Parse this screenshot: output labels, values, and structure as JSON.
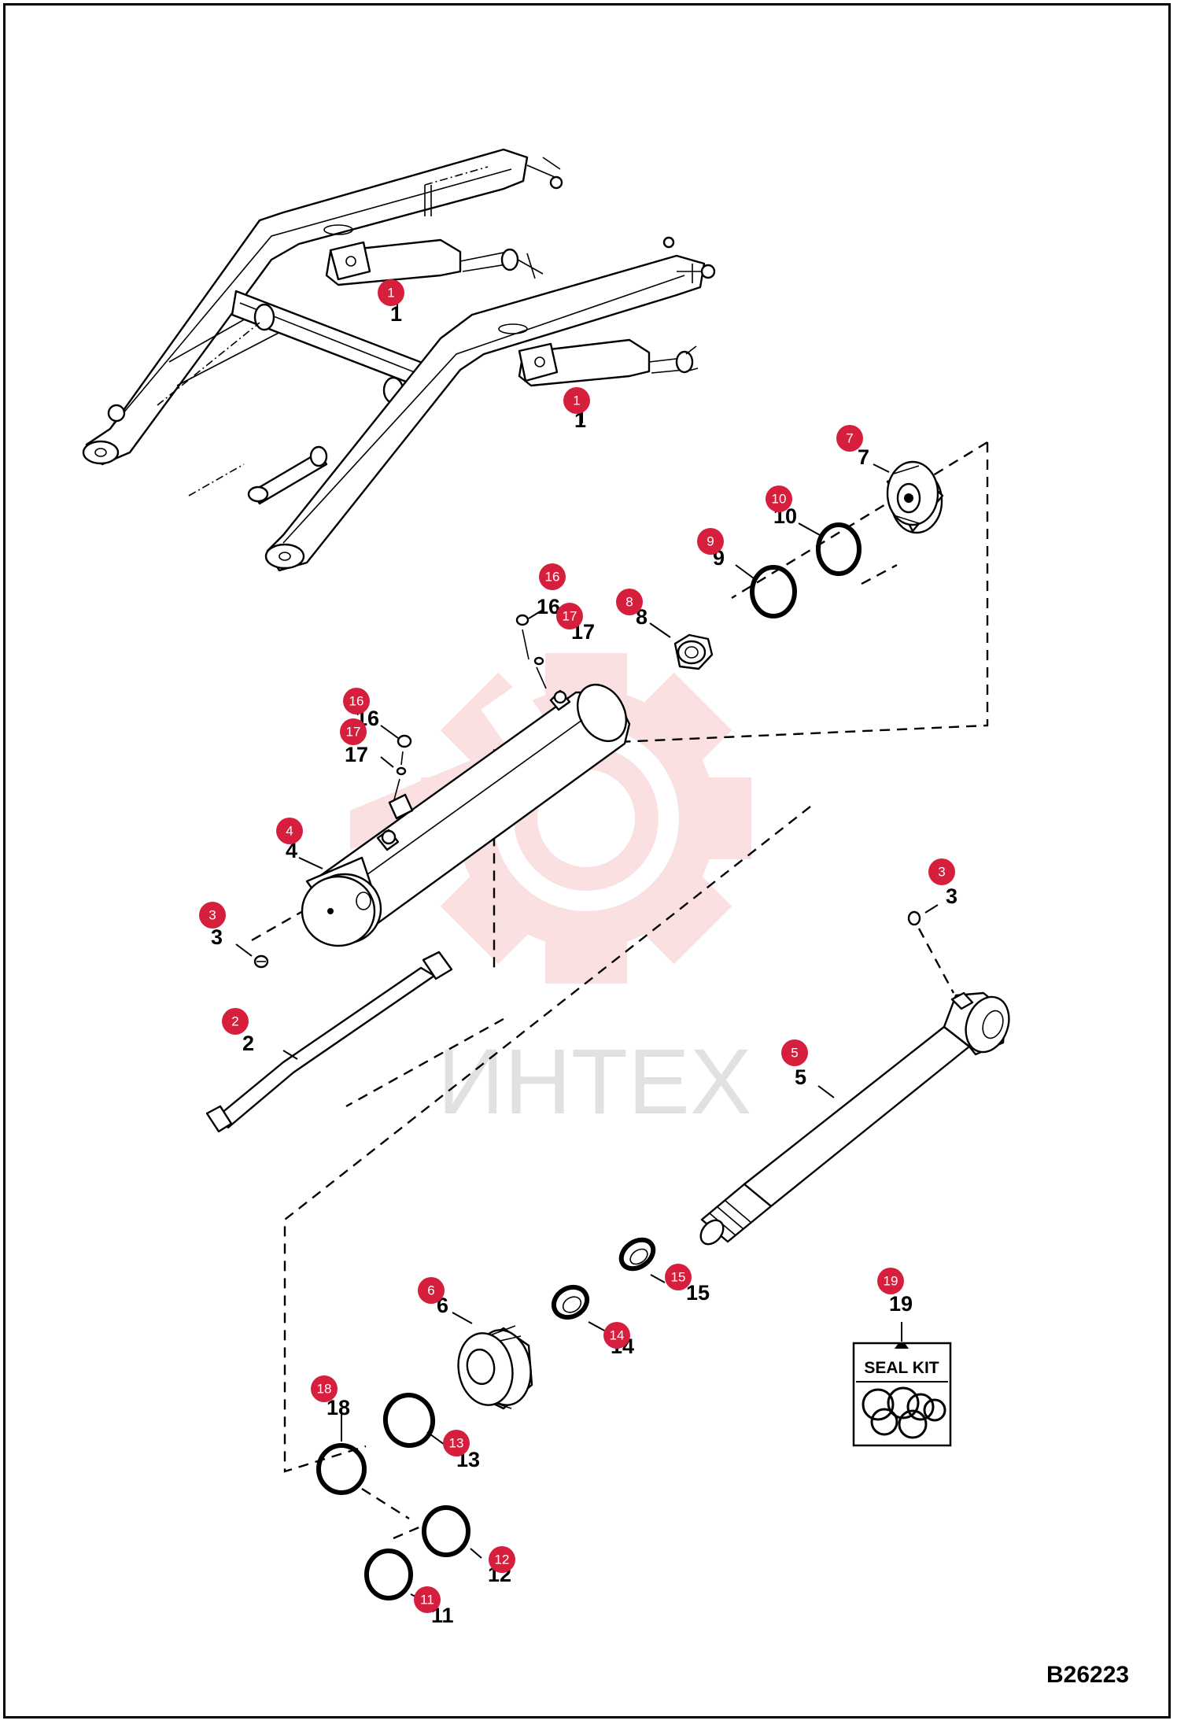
{
  "drawing": {
    "code": "B26223",
    "watermark": "ИНТЕХ",
    "seal_kit_label": "SEAL KIT"
  },
  "callouts": [
    {
      "id": "1-upper",
      "number": "1"
    },
    {
      "id": "1-lower",
      "number": "1"
    },
    {
      "id": "2",
      "number": "2"
    },
    {
      "id": "3-left",
      "number": "3"
    },
    {
      "id": "3-right",
      "number": "3"
    },
    {
      "id": "4",
      "number": "4"
    },
    {
      "id": "5",
      "number": "5"
    },
    {
      "id": "6",
      "number": "6"
    },
    {
      "id": "7",
      "number": "7"
    },
    {
      "id": "8",
      "number": "8"
    },
    {
      "id": "9",
      "number": "9"
    },
    {
      "id": "10",
      "number": "10"
    },
    {
      "id": "11",
      "number": "11"
    },
    {
      "id": "12",
      "number": "12"
    },
    {
      "id": "13",
      "number": "13"
    },
    {
      "id": "14",
      "number": "14"
    },
    {
      "id": "15",
      "number": "15"
    },
    {
      "id": "16-top",
      "number": "16"
    },
    {
      "id": "16-mid",
      "number": "16"
    },
    {
      "id": "17-top",
      "number": "17"
    },
    {
      "id": "17-mid",
      "number": "17"
    },
    {
      "id": "18",
      "number": "18"
    },
    {
      "id": "19",
      "number": "19"
    }
  ],
  "colors": {
    "callout": "#d61f3c",
    "line": "#000000",
    "watermark": "#f6c7c7"
  }
}
